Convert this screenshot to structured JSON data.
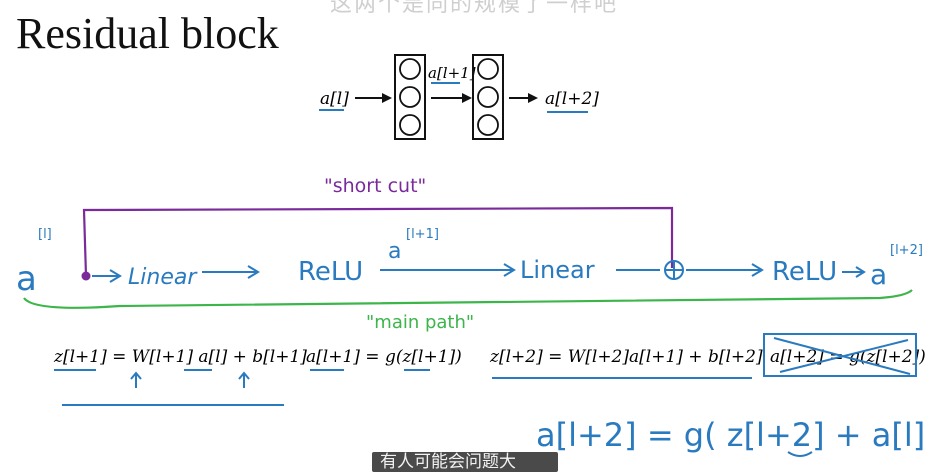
{
  "slide": {
    "title": "Residual block",
    "top_caption": "这两个是同的规模了一样吧",
    "bottom_caption": "有人可能会问题大"
  },
  "network": {
    "input": "a[l]",
    "middle": "a[l+1]",
    "output": "a[l+2]"
  },
  "annotations": {
    "shortcut_label": "\"short cut\"",
    "mainpath_label": "\"main path\"",
    "a_l": "a",
    "a_l_sup": "[l]",
    "linear1": "Linear",
    "relu1": "ReLU",
    "a_l1": "a",
    "a_l1_sup": "[l+1]",
    "linear2": "Linear",
    "relu2": "ReLU",
    "a_l2": "a",
    "a_l2_sup": "[l+2]"
  },
  "equations": {
    "eq1": "z[l+1] = W[l+1] a[l] + b[l+1]",
    "eq2": "a[l+1] = g(z[l+1])",
    "eq3": "z[l+2] = W[l+2]a[l+1] + b[l+2]",
    "eq4": "a[l+2] = g(z[l+2])",
    "handwritten_eq": "a[l+2] = g( z[l+2] + a[l] )"
  }
}
